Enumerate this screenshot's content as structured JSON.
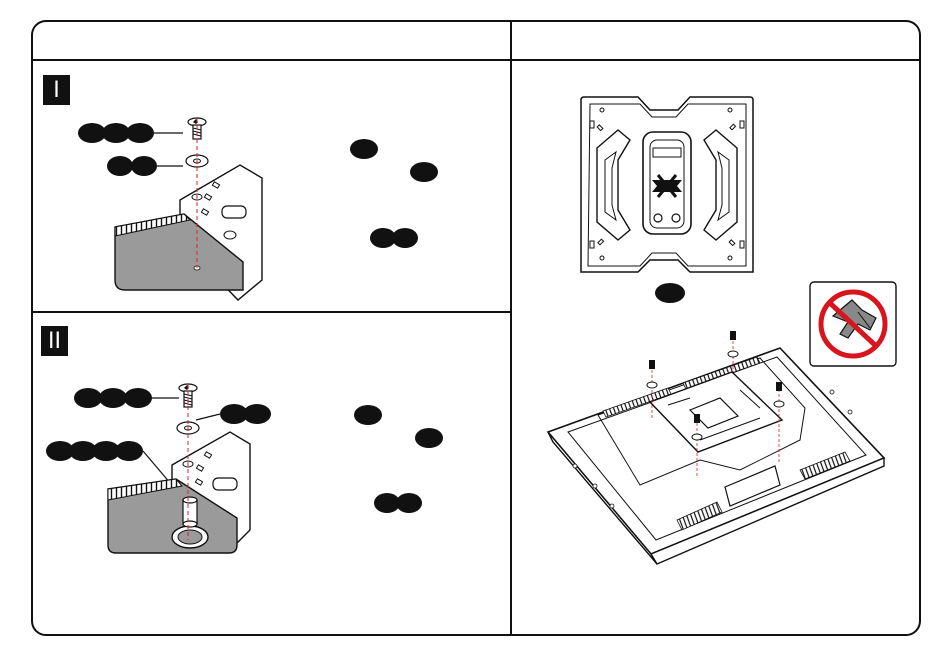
{
  "steps": [
    {
      "id": "step-1",
      "label": "I"
    },
    {
      "id": "step-2",
      "label": "II"
    }
  ],
  "logo_text": "",
  "colors": {
    "line": "#111111",
    "guide": "#e02020",
    "panel_grey": "#9a9a9a",
    "prohibit_red": "#d8141c"
  },
  "icons": {
    "no_power_tools": "no-power-drill-icon"
  }
}
